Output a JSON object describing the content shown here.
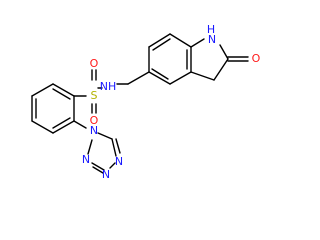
{
  "molecule": {
    "atoms": {
      "nh_indole": "N",
      "h_indole": "H",
      "o_carbonyl": "O",
      "nh_sulfonamide": "NH",
      "s_sulfonyl": "S",
      "o_sulfonyl_top": "O",
      "o_sulfonyl_bottom": "O",
      "n_tz1": "N",
      "n_tz2": "N",
      "n_tz3": "N",
      "n_tz4": "N"
    },
    "colors": {
      "carbon_bond": "#000000",
      "nitrogen": "#1a1aff",
      "oxygen": "#ff1a1a",
      "sulfur": "#b3b300"
    }
  }
}
